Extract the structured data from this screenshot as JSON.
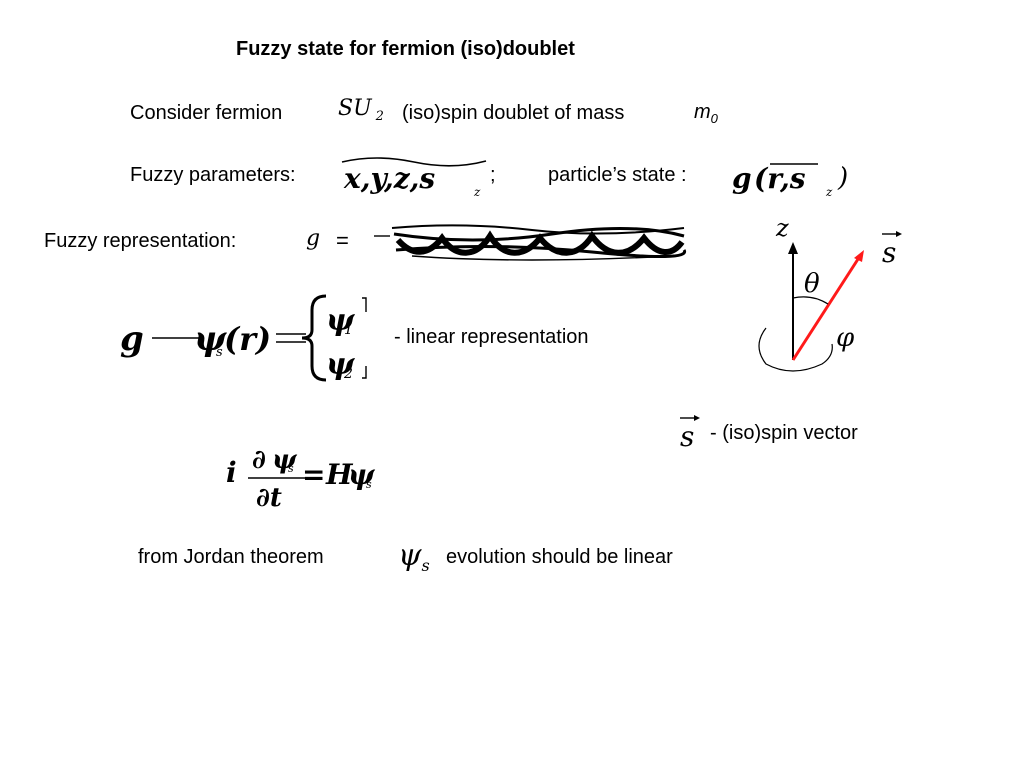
{
  "slide": {
    "title": "Fuzzy state for fermion (iso)doublet",
    "consider": {
      "prefix": "Consider fermion",
      "group": "SU",
      "group_sub": "2",
      "suffix": "(iso)spin doublet of mass",
      "mass_symbol": "m",
      "mass_sub": "0"
    },
    "params": {
      "label": "Fuzzy parameters:",
      "formula": "x,y,z,s",
      "formula_sub": "z",
      "separator": ";",
      "state_label": "particle’s  state :",
      "state_func": "g",
      "state_args": "(r,s",
      "state_sub": "z",
      "state_close": ")"
    },
    "representation": {
      "label": "Fuzzy representation:",
      "symbol": "g",
      "equals": "="
    },
    "linear": {
      "g": "g",
      "arrow": "→",
      "psi": "ψ",
      "psi_sub": "s",
      "arg": "(r)",
      "eq": "=",
      "psi1": "ψ",
      "psi1_sub": "1",
      "psi2": "ψ",
      "psi2_sub": "2",
      "caption": "- linear representation"
    },
    "schrodinger": {
      "i": "i",
      "num_d": "∂",
      "num_psi": "ψ",
      "num_sub": "s",
      "den": "∂t",
      "eq": "=",
      "H": "H",
      "psi": "ψ",
      "psi_sub": "s"
    },
    "spin": {
      "axis_label": "z",
      "vector_label": "s",
      "theta": "θ",
      "phi": "φ",
      "caption_symbol": "s",
      "caption": "- (iso)spin vector",
      "vector_color": "#ff1a1a"
    },
    "jordan": {
      "prefix": "from Jordan theorem",
      "psi": "ψ",
      "psi_sub": "s",
      "suffix": "evolution should be linear"
    }
  }
}
